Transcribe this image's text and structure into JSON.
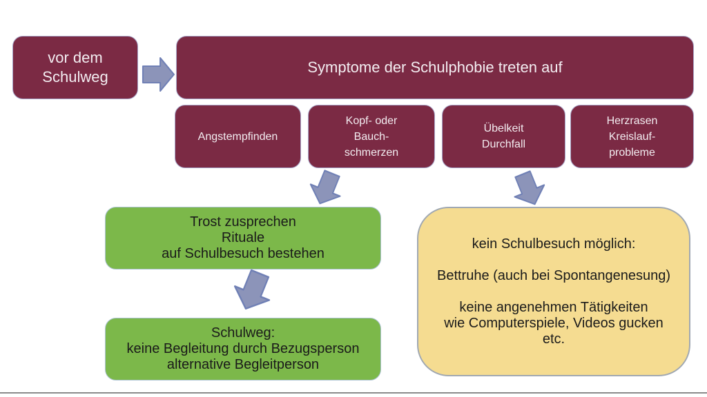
{
  "colors": {
    "maroon": "#7b2a44",
    "maroon_outline": "#a8a6c9",
    "green": "#7cb84a",
    "green_outline": "#a8c0cf",
    "yellow": "#f5dc91",
    "yellow_outline": "#a0a8b2",
    "arrow_fill": "#8c94b9",
    "arrow_border": "#7080b5",
    "box_text_light": "#f3edf1",
    "box_text_dark": "#1a1a1a",
    "bottom_line": "#8a8a8a"
  },
  "diagram": {
    "trigger": "vor dem\nSchulweg",
    "header": "Symptome der Schulphobie treten auf",
    "symptoms": [
      "Angstempfinden",
      "Kopf- oder\nBauch-\nschmerzen",
      "Übelkeit\nDurchfall",
      "Herzrasen\nKreislauf-\nprobleme"
    ],
    "interventions": [
      "Trost zusprechen\nRituale\nauf Schulbesuch bestehen",
      "Schulweg:\nkeine Begleitung durch Bezugsperson\nalternative Begleitperson"
    ],
    "consequence": "kein Schulbesuch möglich:\n\nBettruhe (auch bei Spontangenesung)\n\nkeine angenehmen Tätigkeiten\nwie Computerspiele, Videos gucken\netc.",
    "icons": [
      "block-arrow-right",
      "block-arrow-down-left",
      "block-arrow-down-right",
      "block-arrow-down-left"
    ]
  }
}
